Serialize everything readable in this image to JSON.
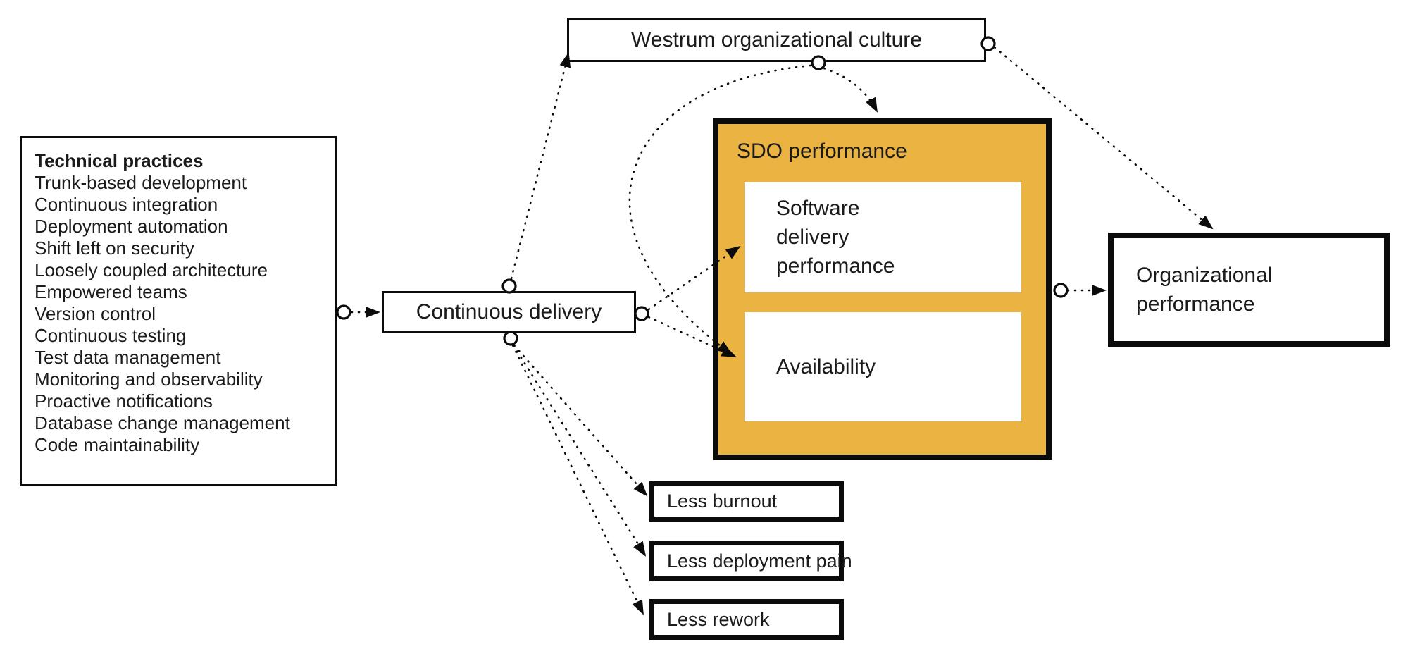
{
  "boxes": {
    "technical_practices": {
      "title": "Technical practices",
      "items": [
        "Trunk-based development",
        "Continuous integration",
        "Deployment automation",
        "Shift left on security",
        "Loosely coupled architecture",
        "Empowered teams",
        "Version control",
        "Continuous testing",
        "Test data management",
        "Monitoring and observability",
        "Proactive notifications",
        "Database change management",
        "Code maintainability"
      ]
    },
    "continuous_delivery": {
      "label": "Continuous delivery"
    },
    "westrum": {
      "label": "Westrum organizational culture"
    },
    "sdo": {
      "label": "SDO performance",
      "software_delivery_performance": "Software delivery performance",
      "availability": "Availability"
    },
    "organizational_performance": {
      "label": "Organizational performance"
    },
    "less_burnout": {
      "label": "Less burnout"
    },
    "less_deployment_pain": {
      "label": "Less deployment pain"
    },
    "less_rework": {
      "label": "Less rework"
    }
  },
  "colors": {
    "sdo_fill": "#EBB341",
    "line": "#0B0B0B",
    "box_background": "#FFFFFF",
    "text": "#1B1B1B"
  },
  "edges": [
    {
      "from": "technical-practices",
      "to": "continuous-delivery",
      "style": "dotted",
      "source_marker": "circle",
      "target_marker": "arrow"
    },
    {
      "from": "continuous-delivery",
      "to": "westrum-organizational-culture",
      "style": "dotted",
      "source_marker": "circle",
      "target_marker": "arrow"
    },
    {
      "from": "westrum-organizational-culture",
      "to": "sdo-performance",
      "style": "dotted",
      "source_marker": "circle",
      "target_marker": "arrow"
    },
    {
      "from": "westrum-organizational-culture",
      "to": "availability",
      "style": "dotted-curved",
      "source_marker": "circle",
      "target_marker": "arrow"
    },
    {
      "from": "westrum-organizational-culture",
      "to": "organizational-performance",
      "style": "dotted",
      "source_marker": "circle",
      "target_marker": "arrow"
    },
    {
      "from": "continuous-delivery",
      "to": "software-delivery-performance",
      "style": "dotted",
      "source_marker": "circle",
      "target_marker": "arrow"
    },
    {
      "from": "continuous-delivery",
      "to": "availability",
      "style": "dotted",
      "source_marker": "circle",
      "target_marker": "arrow"
    },
    {
      "from": "continuous-delivery",
      "to": "less-burnout",
      "style": "dotted",
      "source_marker": "circle",
      "target_marker": "arrow"
    },
    {
      "from": "continuous-delivery",
      "to": "less-deployment-pain",
      "style": "dotted",
      "source_marker": "circle",
      "target_marker": "arrow"
    },
    {
      "from": "continuous-delivery",
      "to": "less-rework",
      "style": "dotted",
      "source_marker": "circle",
      "target_marker": "arrow"
    },
    {
      "from": "sdo-performance",
      "to": "organizational-performance",
      "style": "dotted",
      "source_marker": "circle",
      "target_marker": "arrow"
    }
  ]
}
